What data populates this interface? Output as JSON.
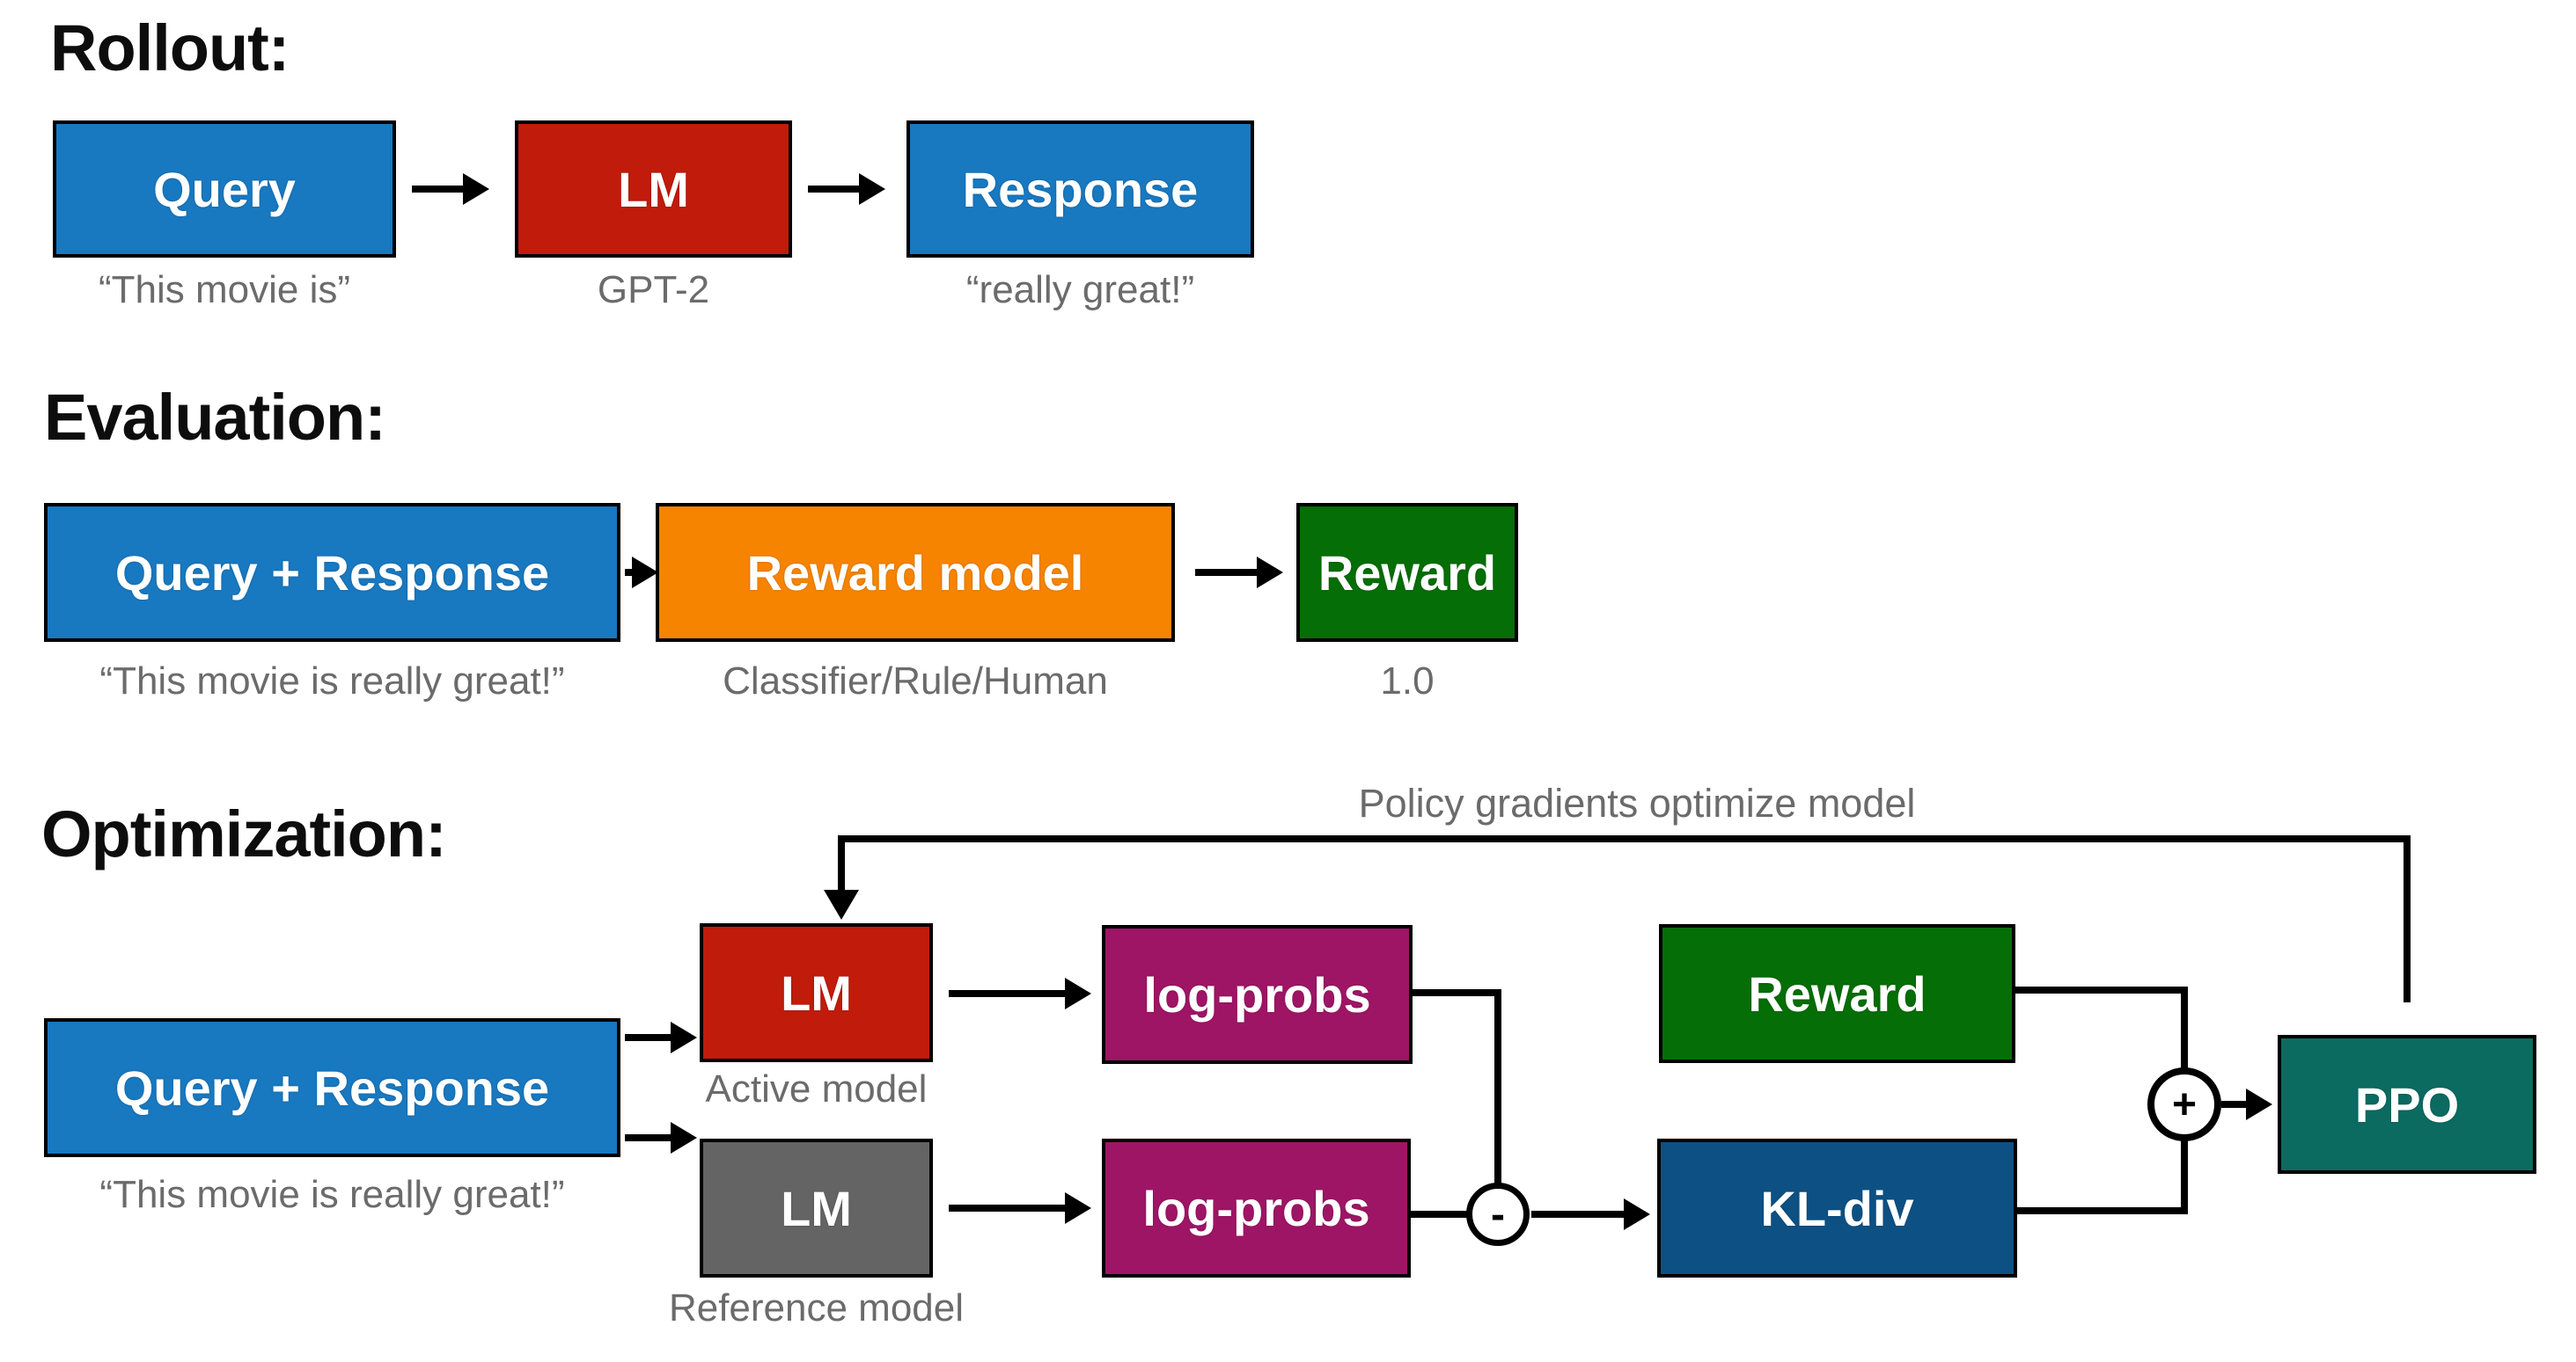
{
  "colors": {
    "blue": "#1878c0",
    "red": "#c11b0b",
    "orange": "#f68400",
    "green": "#066e06",
    "magenta": "#9f1566",
    "navy": "#0d5184",
    "gray": "#646464",
    "teal": "#0b6b60",
    "caption_gray": "#6b6b6b",
    "title_black": "#0d0d0d"
  },
  "rollout": {
    "title": "Rollout:",
    "query": {
      "label": "Query",
      "caption": "“This movie is”"
    },
    "lm": {
      "label": "LM",
      "caption": "GPT-2"
    },
    "response": {
      "label": "Response",
      "caption": "“really great!”"
    }
  },
  "evaluation": {
    "title": "Evaluation:",
    "query_response": {
      "label": "Query + Response",
      "caption": "“This movie is really great!”"
    },
    "reward_model": {
      "label": "Reward model",
      "caption": "Classifier/Rule/Human"
    },
    "reward": {
      "label": "Reward",
      "caption": "1.0"
    }
  },
  "optimization": {
    "title": "Optimization:",
    "feedback_label": "Policy gradients optimize model",
    "query_response": {
      "label": "Query + Response",
      "caption": "“This movie is really great!”"
    },
    "active_lm": {
      "label": "LM",
      "caption": "Active model"
    },
    "reference_lm": {
      "label": "LM",
      "caption": "Reference model"
    },
    "active_logprobs": {
      "label": "log-probs"
    },
    "reference_logprobs": {
      "label": "log-probs"
    },
    "reward": {
      "label": "Reward"
    },
    "kl_div": {
      "label": "KL-div"
    },
    "ppo": {
      "label": "PPO"
    },
    "minus_op": "-",
    "plus_op": "+"
  }
}
